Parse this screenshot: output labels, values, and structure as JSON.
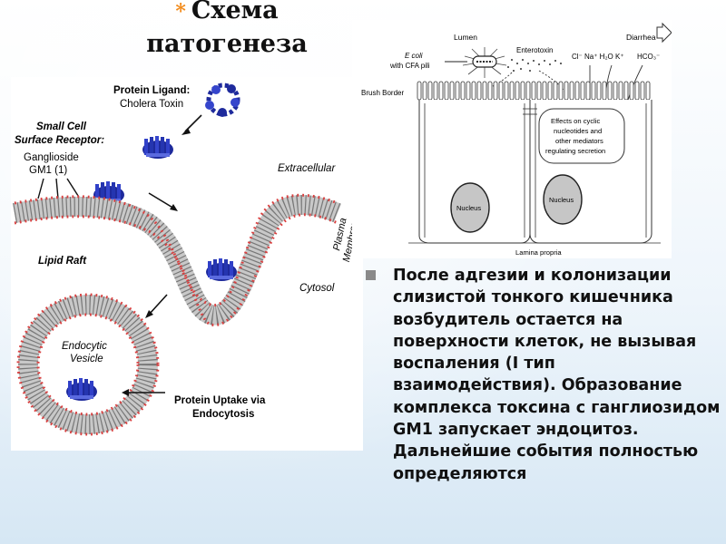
{
  "slide": {
    "title_line1": "Схема",
    "title_line2": "патогенеза",
    "description": "После адгезии и колонизации слизистой тонкого кишечника возбудитель остается на поверхности клеток, не вызывая воспаления (I тип взаимодействия). Образование комплекса токсина с ганглиозидом GM1 запускает эндоцитоз. Дальнейшие события полностью определяются"
  },
  "left_diagram": {
    "protein_ligand_line1": "Protein Ligand:",
    "protein_ligand_line2": "Cholera Toxin",
    "receptor_line1": "Small Cell",
    "receptor_line2": "Surface Receptor:",
    "receptor_line3": "Ganglioside",
    "receptor_line4": "GM1 (1)",
    "extracellular": "Extracellular",
    "plasma_membrane_line1": "Plasma",
    "plasma_membrane_line2": "Membrane",
    "lipid_raft": "Lipid Raft",
    "cytosol": "Cytosol",
    "endocytic_line1": "Endocytic",
    "endocytic_line2": "Vesicle",
    "uptake_line1": "Protein Uptake via",
    "uptake_line2": "Endocytosis"
  },
  "right_diagram": {
    "lumen": "Lumen",
    "diarrhea": "Diarrhea",
    "ecoli_line1": "E coli",
    "ecoli_line2": "with CFA pili",
    "enterotoxin": "Enterotoxin",
    "ions": "Cl⁻  Na⁺ H₂O  K⁺",
    "bicarbonate": "HCO₃⁻",
    "brush_border": "Brush Border",
    "effects_line1": "Effects on cyclic",
    "effects_line2": "nucleotides and",
    "effects_line3": "other mediators",
    "effects_line4": "regulating secretion",
    "nucleus_left": "Nucleus",
    "nucleus_right": "Nucleus",
    "lamina_propria": "Lamina propria"
  },
  "colors": {
    "title_bullet": "#f28a1a",
    "toxin_blue": "#1e2a9c",
    "lipid_head": "#d94040"
  }
}
